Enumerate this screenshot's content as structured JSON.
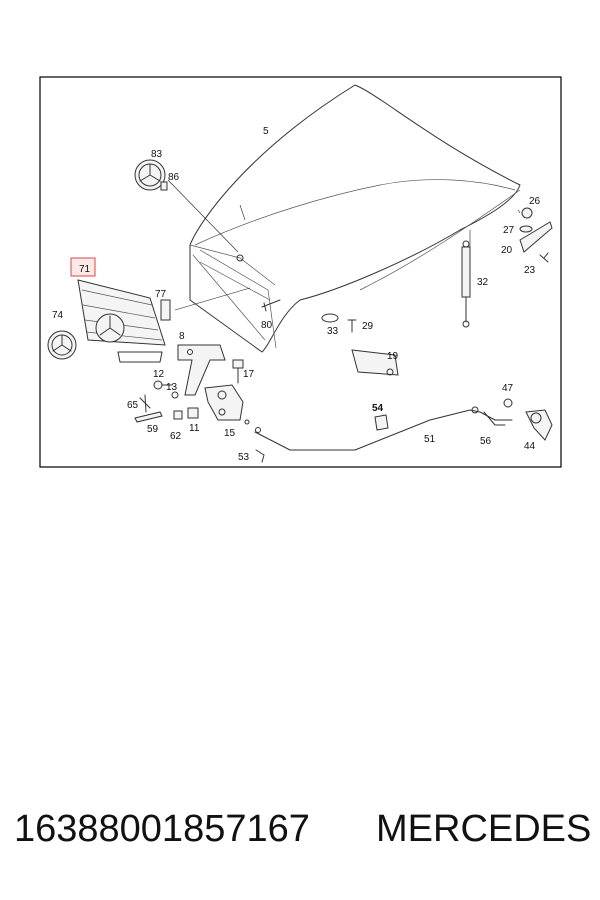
{
  "diagram": {
    "highlighted_callout": "71",
    "callouts": {
      "c5": "5",
      "c83": "83",
      "c86": "86",
      "c26": "26",
      "c27": "27",
      "c20": "20",
      "c23": "23",
      "c32": "32",
      "c71": "71",
      "c77": "77",
      "c80": "80",
      "c33": "33",
      "c29": "29",
      "c74": "74",
      "c8": "8",
      "c19": "19",
      "c17": "17",
      "c12": "12",
      "c13": "13",
      "c65": "65",
      "c47": "47",
      "c54": "54",
      "c59": "59",
      "c62": "62",
      "c11": "11",
      "c15": "15",
      "c51": "51",
      "c56": "56",
      "c44": "44",
      "c53": "53"
    },
    "highlight_color": "#d34a4a"
  },
  "footer": {
    "part_number": "16388001857167",
    "brand": "MERCEDES"
  }
}
